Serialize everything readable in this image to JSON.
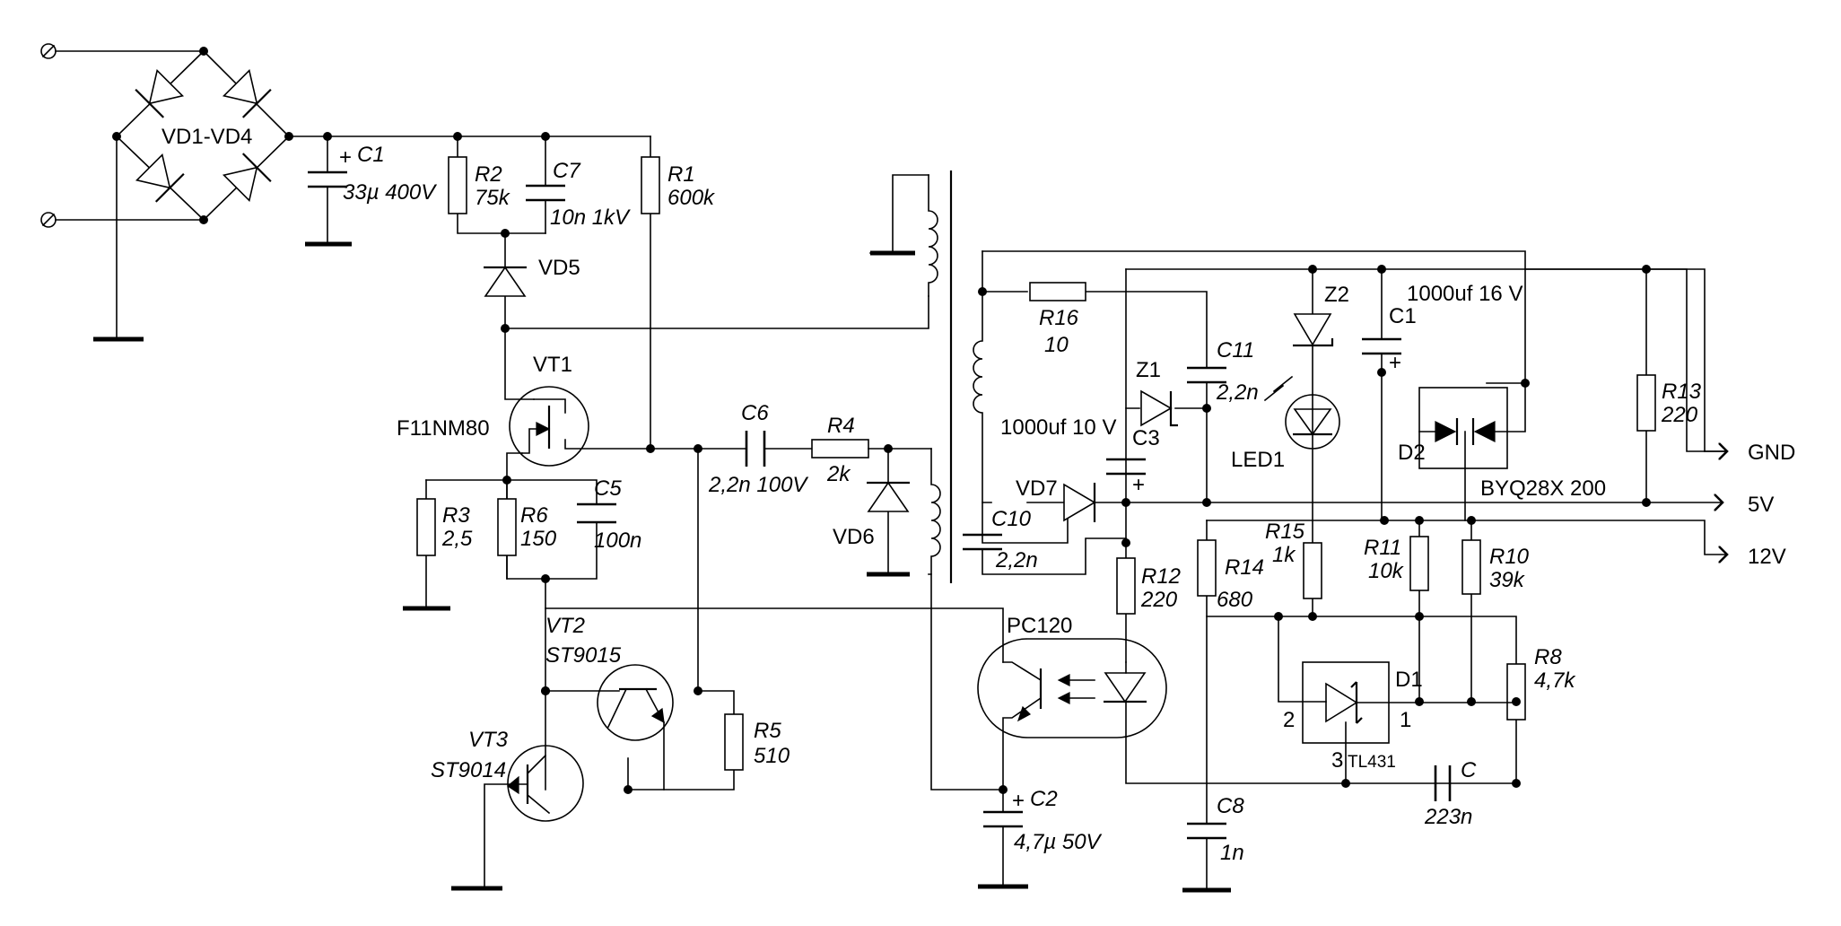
{
  "title": "",
  "labels": {
    "vd1_vd4": "VD1-VD4",
    "c1_ref": "C1",
    "c1_val": "33µ 400V",
    "r2_ref": "R2",
    "r2_val": "75k",
    "c7_ref": "C7",
    "c7_val": "10n 1kV",
    "r1_ref": "R1",
    "r1_val": "600k",
    "vd5": "VD5",
    "vt1": "VT1",
    "vt1_part": "F11NM80",
    "r3_ref": "R3",
    "r3_val": "2,5",
    "r6_ref": "R6",
    "r6_val": "150",
    "c5_ref": "C5",
    "c5_val": "100n",
    "c6_ref": "C6",
    "c6_val": "2,2n 100V",
    "r4_ref": "R4",
    "r4_val": "2k",
    "vd6": "VD6",
    "vt2": "VT2",
    "vt2_part": "ST9015",
    "vt3": "VT3",
    "vt3_part": "ST9014",
    "r5_ref": "R5",
    "r5_val": "510",
    "r16_ref": "R16",
    "r16_val": "10",
    "z1": "Z1",
    "c11_ref": "C11",
    "c11_val": "2,2n",
    "z2": "Z2",
    "c1b_ref": "C1",
    "c1b_val": "1000uf 16 V",
    "c3_val": "1000uf 10 V",
    "c3_ref": "C3",
    "led1": "LED1",
    "d2": "D2",
    "d2_part": "BYQ28X 200",
    "r13_ref": "R13",
    "r13_val": "220",
    "vd7": "VD7",
    "c10_ref": "C10",
    "c10_val": "2,2n",
    "r15_ref": "R15",
    "r15_val": "1k",
    "r11_ref": "R11",
    "r11_val": "10k",
    "r10_ref": "R10",
    "r10_val": "39k",
    "r12_ref": "R12",
    "r12_val": "220",
    "r14_ref": "R14",
    "r14_val": "680",
    "pc120": "PC120",
    "r8_ref": "R8",
    "r8_val": "4,7k",
    "d1": "D1",
    "pin2": "2",
    "pin1": "1",
    "pin3": "3",
    "tl431": "TL431",
    "c_ref": "C",
    "c_val": "223n",
    "c8_ref": "C8",
    "c8_val": "1n",
    "c2_ref": "C2",
    "c2_val": "4,7µ 50V",
    "out_gnd": "GND",
    "out_5v": "5V",
    "out_12v": "12V",
    "plus": "+"
  }
}
